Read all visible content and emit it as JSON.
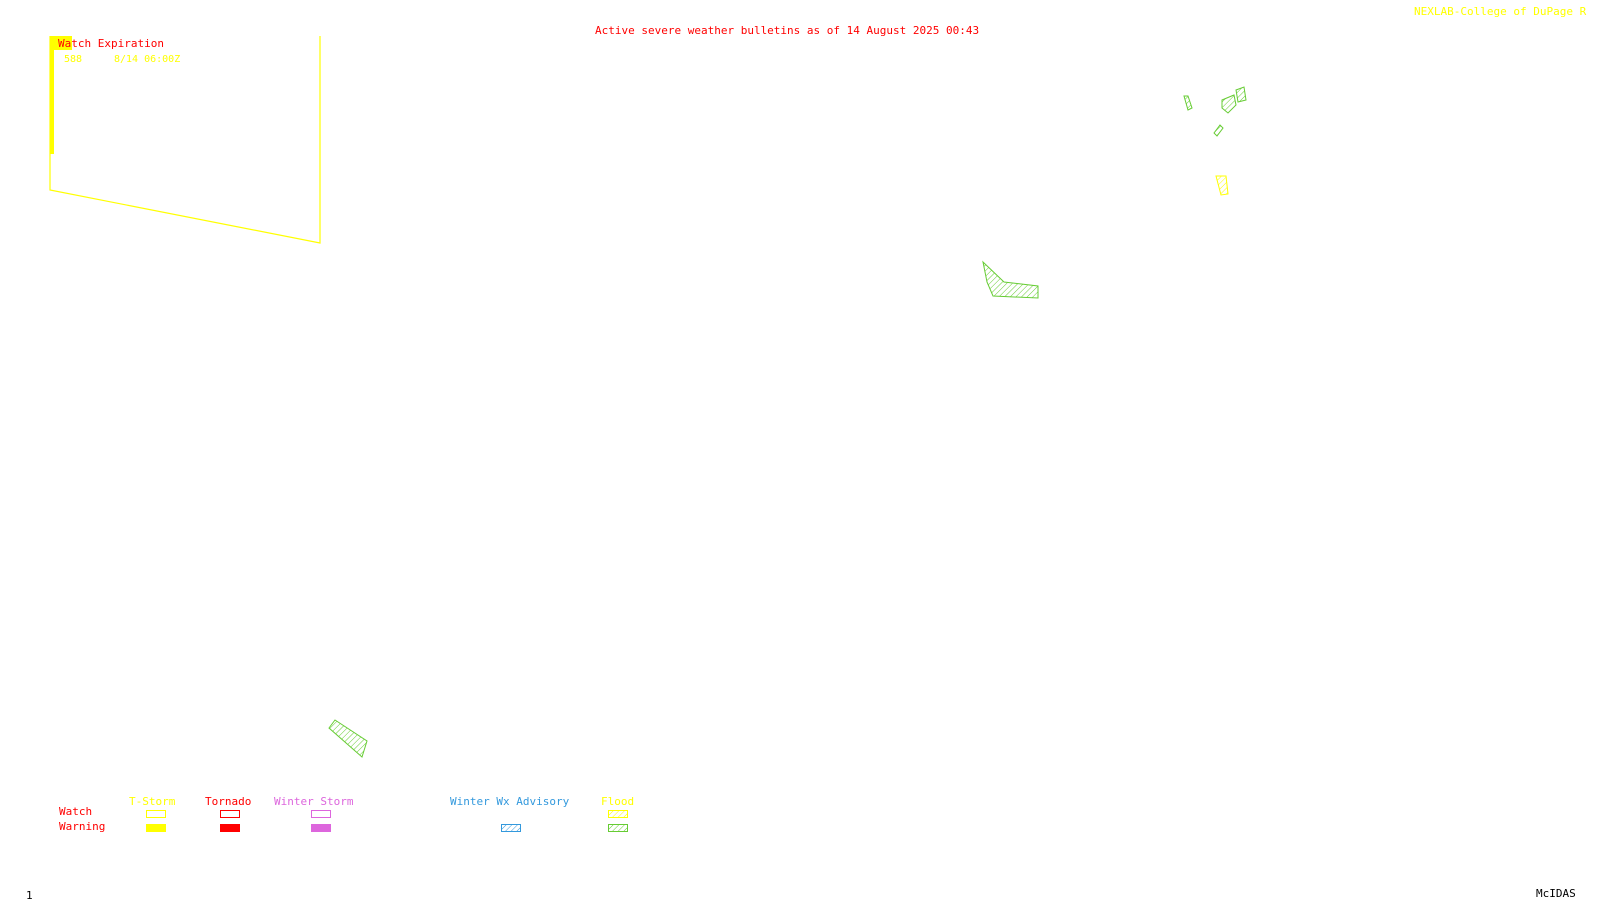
{
  "header": {
    "title": "Active severe weather bulletins as of 14 August 2025 00:43",
    "credit": "NEXLAB-College of DuPage R",
    "title_color": "#ff0000",
    "credit_color": "#ffff00"
  },
  "watch_panel": {
    "heading": "Watch Expiration",
    "entries": [
      {
        "number": "588",
        "expires": "8/14 06:00Z"
      }
    ]
  },
  "legend": {
    "row_labels": {
      "watch": "Watch",
      "warning": "Warning"
    },
    "categories": [
      {
        "label": "T-Storm",
        "color": "#ffff00",
        "watch_style": "outline",
        "warning_style": "solid"
      },
      {
        "label": "Tornado",
        "color": "#ff0000",
        "watch_style": "outline",
        "warning_style": "solid"
      },
      {
        "label": "Winter Storm",
        "color": "#dd66dd",
        "watch_style": "outline",
        "warning_style": "solid"
      },
      {
        "label": "Winter Wx Advisory",
        "color": "#3399dd",
        "watch_style": "none",
        "warning_style": "hatch"
      },
      {
        "label": "Flood",
        "color": "#ffff00",
        "watch_style": "hatch",
        "warning_style": "hatch",
        "warning_color": "#66cc33"
      }
    ]
  },
  "footer": {
    "frame_number": "1",
    "software": "McIDAS"
  },
  "colors": {
    "flood_warning": "#66cc33",
    "flood_watch": "#ffff00",
    "tstorm_watch": "#ffff00"
  }
}
